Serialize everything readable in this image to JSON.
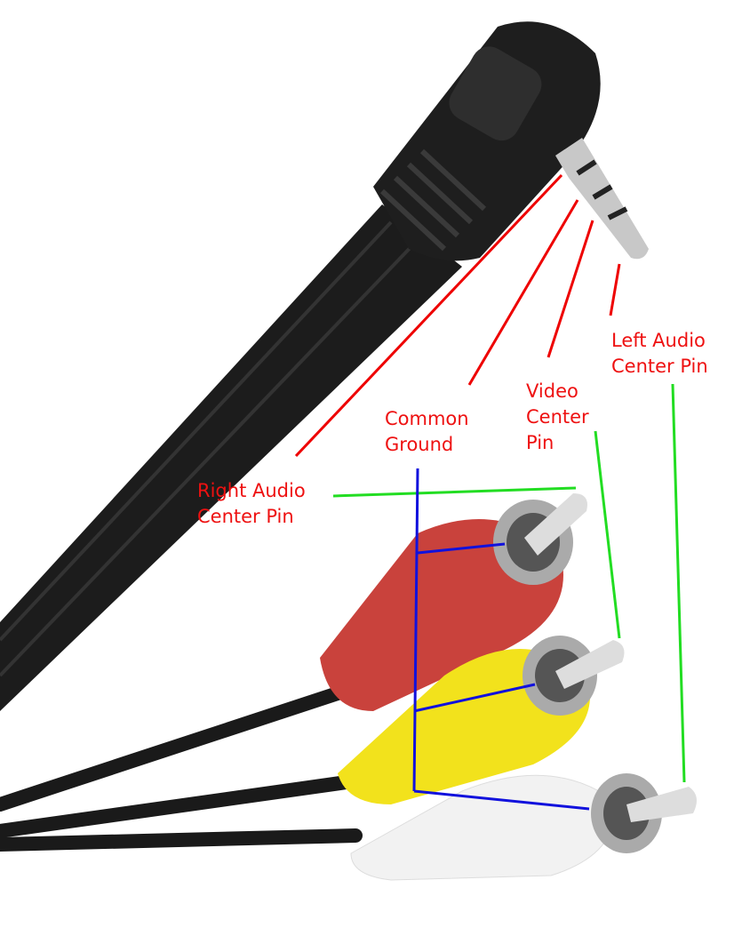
{
  "labels": {
    "left_audio": [
      "Left Audio",
      "Center Pin"
    ],
    "video": [
      "Video",
      "Center",
      "Pin"
    ],
    "common_ground": [
      "Common",
      "Ground"
    ],
    "right_audio": [
      "Right Audio",
      "Center Pin"
    ]
  },
  "colors": {
    "label_text": "#ee1111",
    "jack_pointer": "#ee0000",
    "pin_pointer": "#22dd22",
    "ground_pointer": "#1111dd",
    "cable": "#1c1c1c",
    "rca_red": "#c9423c",
    "rca_yellow": "#f2e21c",
    "rca_white": "#f2f2f2"
  }
}
